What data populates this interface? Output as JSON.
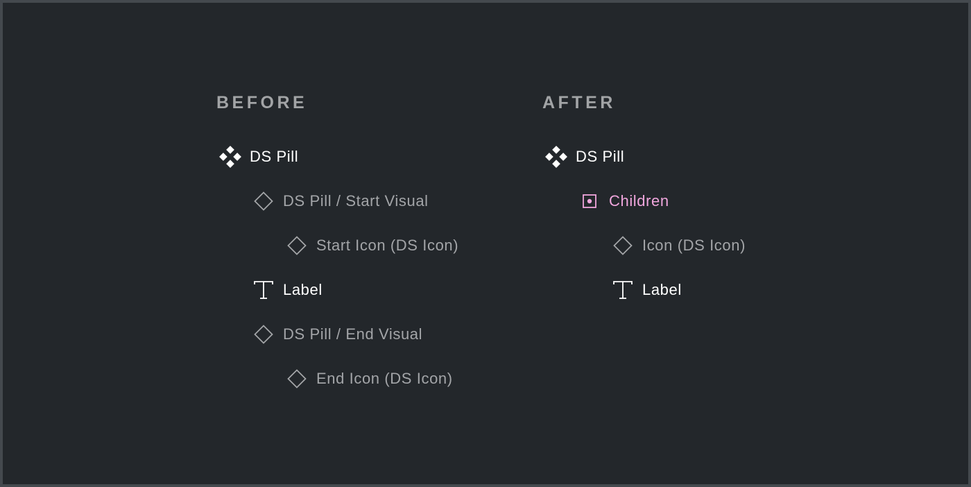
{
  "colors": {
    "background": "#23272b",
    "border": "#44494e",
    "heading": "#a2a4a6",
    "primary_text": "#ffffff",
    "secondary_text": "#a3a5a8",
    "accent": "#f0a6dd"
  },
  "before": {
    "heading": "BEFORE",
    "items": [
      {
        "label": "DS Pill",
        "icon": "component-icon",
        "depth": 0
      },
      {
        "label": "DS Pill / Start Visual",
        "icon": "instance-icon",
        "depth": 1
      },
      {
        "label": "Start Icon (DS Icon)",
        "icon": "instance-icon",
        "depth": 2
      },
      {
        "label": "Label",
        "icon": "text-icon",
        "depth": 1
      },
      {
        "label": "DS Pill / End Visual",
        "icon": "instance-icon",
        "depth": 1
      },
      {
        "label": "End Icon (DS Icon)",
        "icon": "instance-icon",
        "depth": 2
      }
    ]
  },
  "after": {
    "heading": "AFTER",
    "items": [
      {
        "label": "DS Pill",
        "icon": "component-icon",
        "depth": 0
      },
      {
        "label": "Children",
        "icon": "slot-icon",
        "depth": 1
      },
      {
        "label": "Icon (DS Icon)",
        "icon": "instance-icon",
        "depth": 2
      },
      {
        "label": "Label",
        "icon": "text-icon",
        "depth": 2
      }
    ]
  }
}
